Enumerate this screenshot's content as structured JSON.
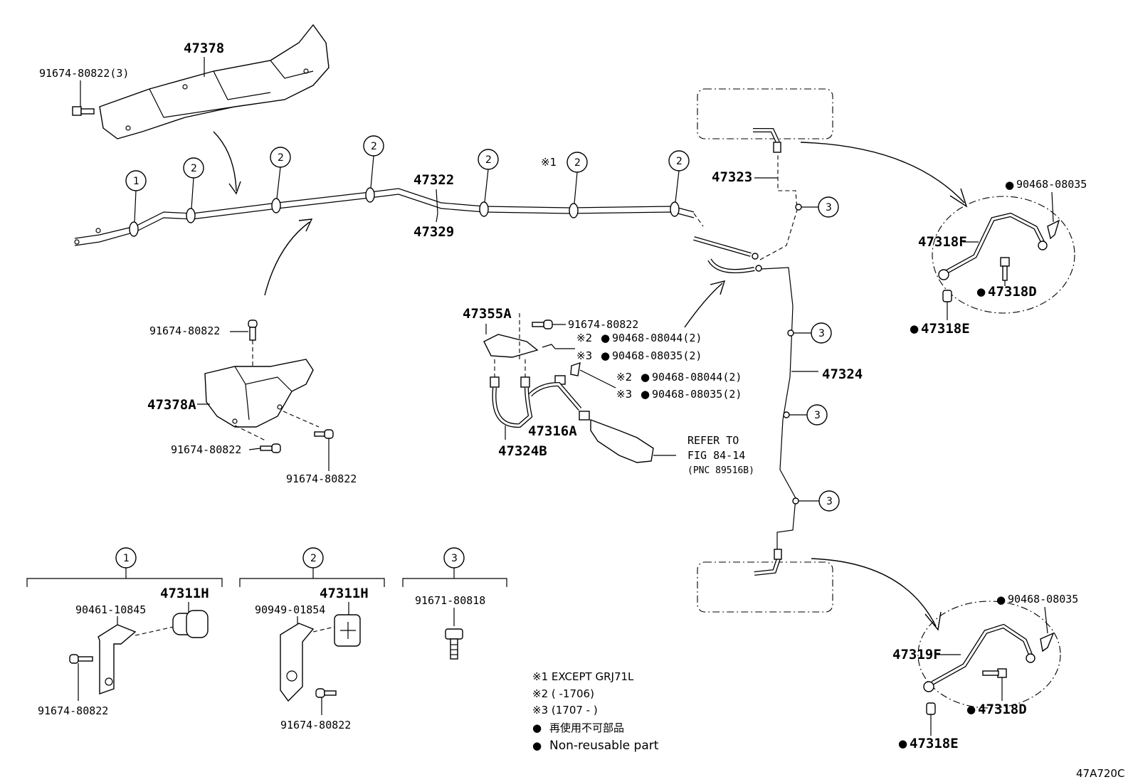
{
  "parts": {
    "p47378": "47378",
    "p91674_80822_3": "91674-80822(3)",
    "p47322": "47322",
    "p47329": "47329",
    "p47323": "47323",
    "p47324": "47324",
    "p91674_80822_a": "91674-80822",
    "p47378A": "47378A",
    "p91674_80822_b": "91674-80822",
    "p91674_80822_c": "91674-80822",
    "p47355A": "47355A",
    "p91674_80822_d": "91674-80822",
    "p90468_08044_2a": "90468-08044(2)",
    "p90468_08035_2a": "90468-08035(2)",
    "p90468_08044_2b": "90468-08044(2)",
    "p90468_08035_2b": "90468-08035(2)",
    "p47316A": "47316A",
    "p47324B": "47324B",
    "refer_line1": "REFER TO",
    "refer_line2": "FIG 84-14",
    "refer_line3": "(PNC 89516B)",
    "p90468_08035_top": "90468-08035",
    "p47318F": "47318F",
    "p47318D_top": "47318D",
    "p47318E_top": "47318E",
    "p90468_08035_bot": "90468-08035",
    "p47319F": "47319F",
    "p47318D_bot": "47318D",
    "p47318E_bot": "47318E"
  },
  "marks": {
    "ref1": "※1",
    "ref2": "※2",
    "ref3": "※3",
    "bullet": "●"
  },
  "callouts": {
    "one": "1",
    "two": "2",
    "three": "3"
  },
  "groups": {
    "g1": {
      "clip": "47311H",
      "bracket": "90461-10845",
      "bolt": "91674-80822"
    },
    "g2": {
      "clip": "47311H",
      "bracket": "90949-01854",
      "bolt": "91674-80822"
    },
    "g3": {
      "bolt": "91671-80818"
    }
  },
  "legend": {
    "note1": "※1 EXCEPT GRJ71L",
    "note2": "※2 (      -1706)",
    "note3": "※3 (1707 -      )",
    "jp": "再使用不可部品",
    "en": "Non-reusable part"
  },
  "figure_code": "47A720C"
}
